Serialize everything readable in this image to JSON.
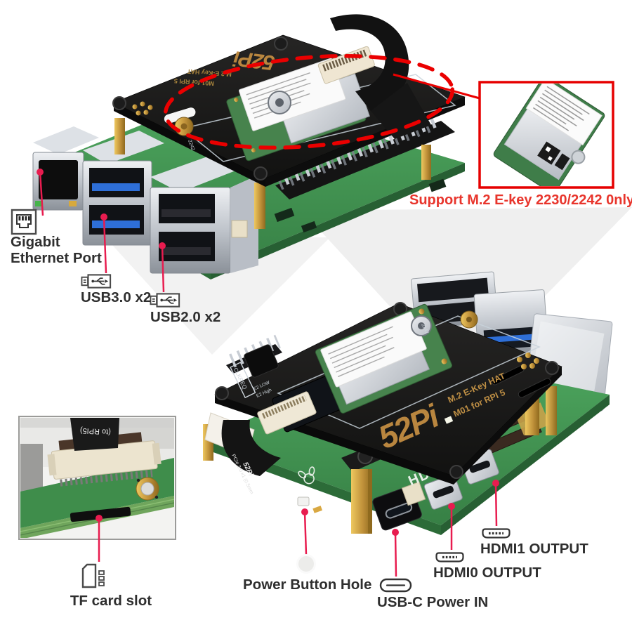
{
  "note": {
    "text": "Support M.2 E-key 2230/2242 0nly"
  },
  "callouts": {
    "gigabit_ethernet": {
      "line1": "Gigabit",
      "line2": "Ethernet Port"
    },
    "usb3": {
      "label": "USB3.0 x2"
    },
    "usb2": {
      "label": "USB2.0 x2"
    },
    "tf_card": {
      "label": "TF card slot"
    },
    "power_button": {
      "label": "Power Button Hole"
    },
    "usb_c": {
      "label": "USB-C Power IN"
    },
    "hdmi0": {
      "label": "HDMI0 OUTPUT"
    },
    "hdmi1": {
      "label": "HDMI1 OUTPUT"
    }
  },
  "silkscreen": {
    "brand": "52Pi",
    "hat_name": "M.2 E-Key HAT",
    "hat_model": "M01 for RPI 5",
    "hdmi": "HDMI",
    "cable_to_rpi": "(to RPI5)",
    "clkreq": "CLKREQ",
    "e2_low": "E2 LOW",
    "e2_high": "E2 High",
    "pcie_cable": "PCIe 3.0 x1 (0.5mm",
    "size_2242": "2242"
  },
  "colors": {
    "leader_line": "#e81c4f",
    "accent_red": "#e60000",
    "note_red": "#e8352c",
    "label_text": "#2f2f2f",
    "pcb_green": "#3f9150",
    "hat_black": "#1a1a1a",
    "gold": "#c9952c",
    "logo_gold": "#b9863f",
    "usb_blue": "#2e6fd8"
  }
}
